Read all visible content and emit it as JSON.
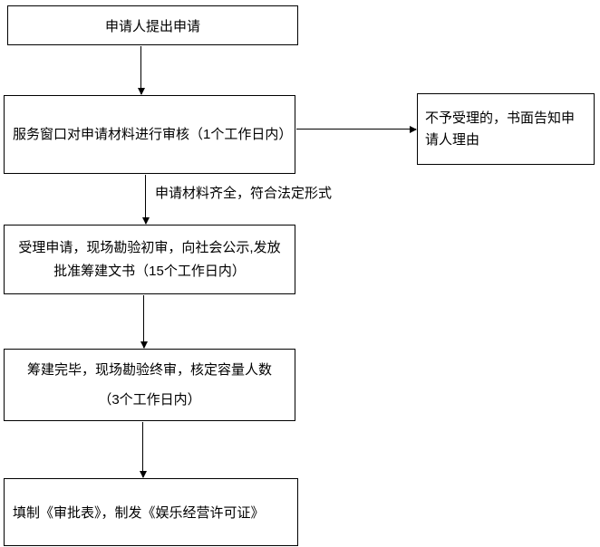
{
  "flowchart": {
    "steps": {
      "apply": "申请人提出申请",
      "review": "服务窗口对申请材料进行审核（1个工作日内）",
      "reject": "不予受理的，书面告知申请人理由",
      "arrow_label": "申请材料齐全，符合法定形式",
      "accept_line1": "受理申请，现场勘验初审，向社会公示,发放",
      "accept_line2": "批准筹建文书（15个工作日内）",
      "final_line1": "筹建完毕，现场勘验终审，核定容量人数",
      "final_line2": "（3个工作日内）",
      "issue": "填制《审批表》，制发《娱乐经营许可证》"
    },
    "colors": {
      "border": "#000000",
      "background": "#ffffff",
      "text": "#000000"
    }
  }
}
